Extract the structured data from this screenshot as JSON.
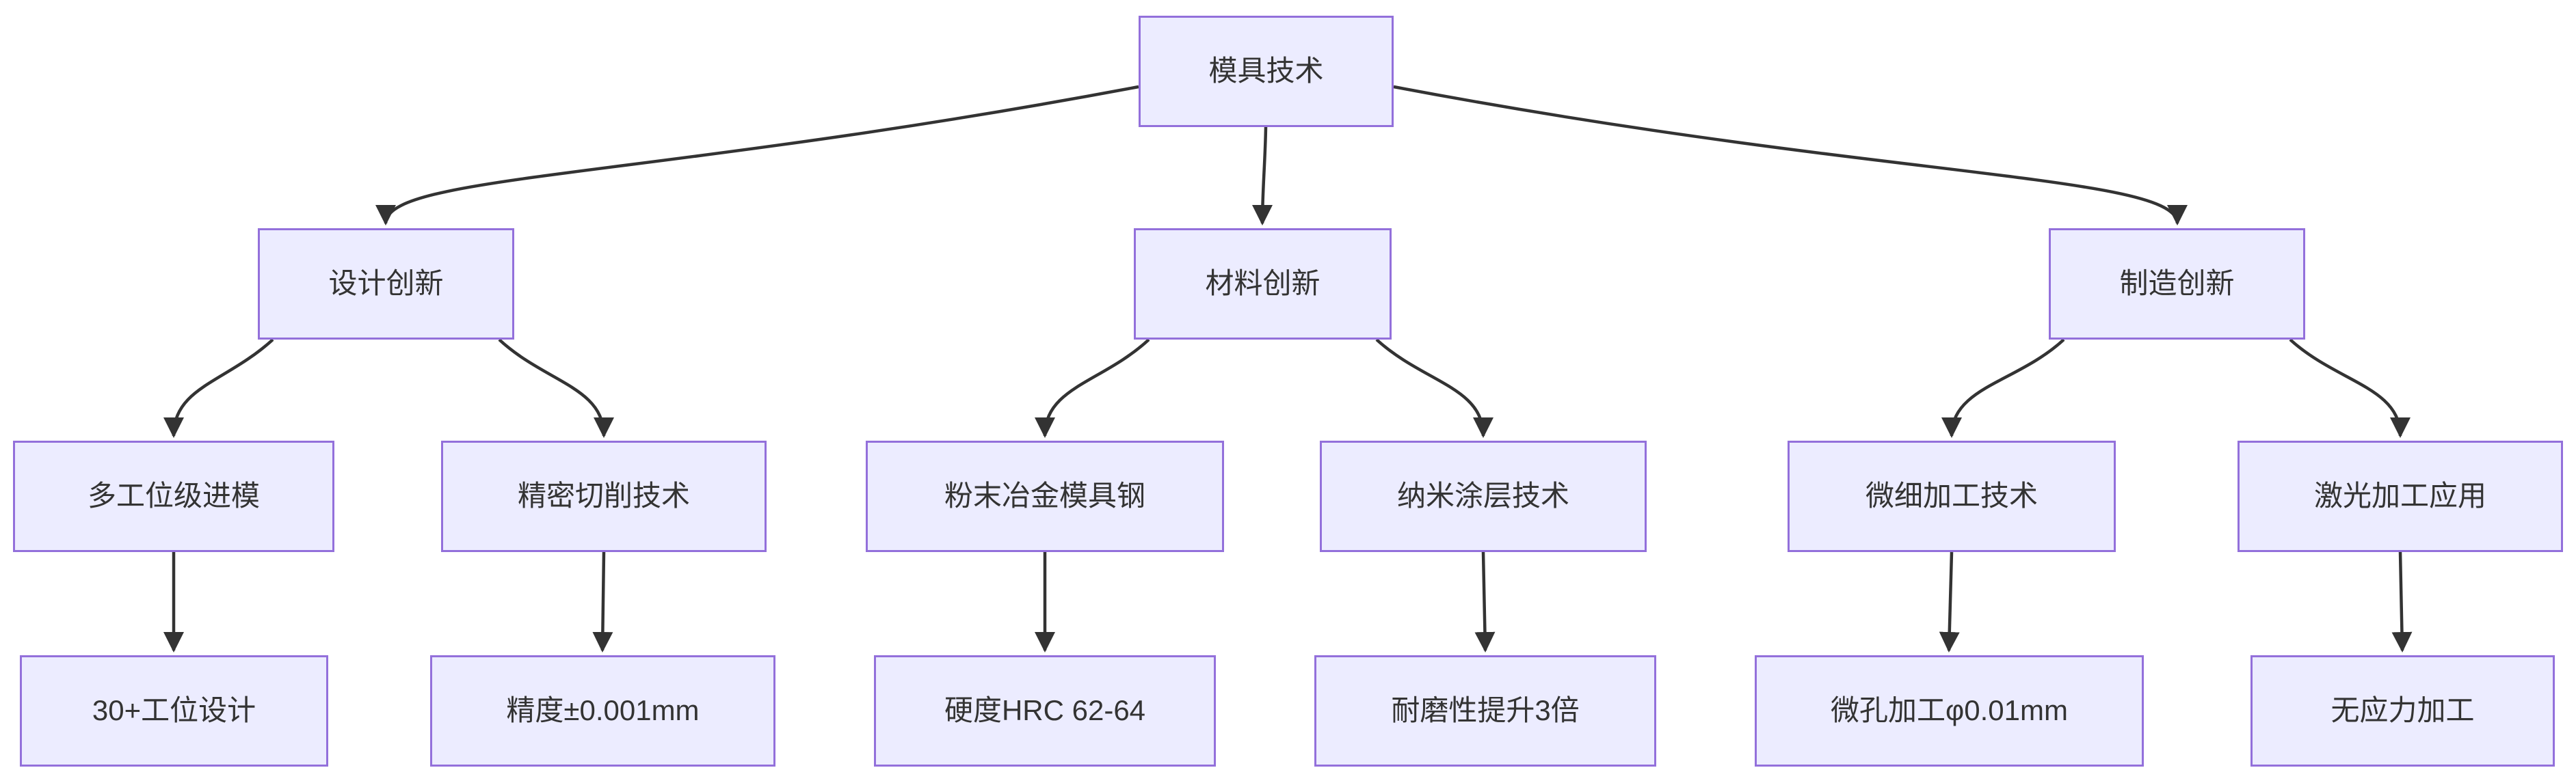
{
  "diagram": {
    "type": "flowchart",
    "direction": "top-down",
    "colors": {
      "node_fill": "#ECECFF",
      "node_border": "#9370DB",
      "edge": "#333333",
      "text": "#333333",
      "background": "#ffffff"
    },
    "nodes": {
      "root": {
        "label": "模具技术"
      },
      "design": {
        "label": "设计创新"
      },
      "material": {
        "label": "材料创新"
      },
      "manufacturing": {
        "label": "制造创新"
      },
      "multi_station": {
        "label": "多工位级进模"
      },
      "precision_cutting": {
        "label": "精密切削技术"
      },
      "powder_steel": {
        "label": "粉末冶金模具钢"
      },
      "nano_coating": {
        "label": "纳米涂层技术"
      },
      "micro_machining": {
        "label": "微细加工技术"
      },
      "laser_machining": {
        "label": "激光加工应用"
      },
      "station_design": {
        "label": "30+工位设计"
      },
      "accuracy": {
        "label": "精度±0.001mm"
      },
      "hardness": {
        "label": "硬度HRC 62-64"
      },
      "wear_resistance": {
        "label": "耐磨性提升3倍"
      },
      "micro_hole": {
        "label": "微孔加工φ0.01mm"
      },
      "stress_free": {
        "label": "无应力加工"
      }
    },
    "edges": [
      {
        "from": "root",
        "to": "design"
      },
      {
        "from": "root",
        "to": "material"
      },
      {
        "from": "root",
        "to": "manufacturing"
      },
      {
        "from": "design",
        "to": "multi_station"
      },
      {
        "from": "design",
        "to": "precision_cutting"
      },
      {
        "from": "material",
        "to": "powder_steel"
      },
      {
        "from": "material",
        "to": "nano_coating"
      },
      {
        "from": "manufacturing",
        "to": "micro_machining"
      },
      {
        "from": "manufacturing",
        "to": "laser_machining"
      },
      {
        "from": "multi_station",
        "to": "station_design"
      },
      {
        "from": "precision_cutting",
        "to": "accuracy"
      },
      {
        "from": "powder_steel",
        "to": "hardness"
      },
      {
        "from": "nano_coating",
        "to": "wear_resistance"
      },
      {
        "from": "micro_machining",
        "to": "micro_hole"
      },
      {
        "from": "laser_machining",
        "to": "stress_free"
      }
    ]
  }
}
